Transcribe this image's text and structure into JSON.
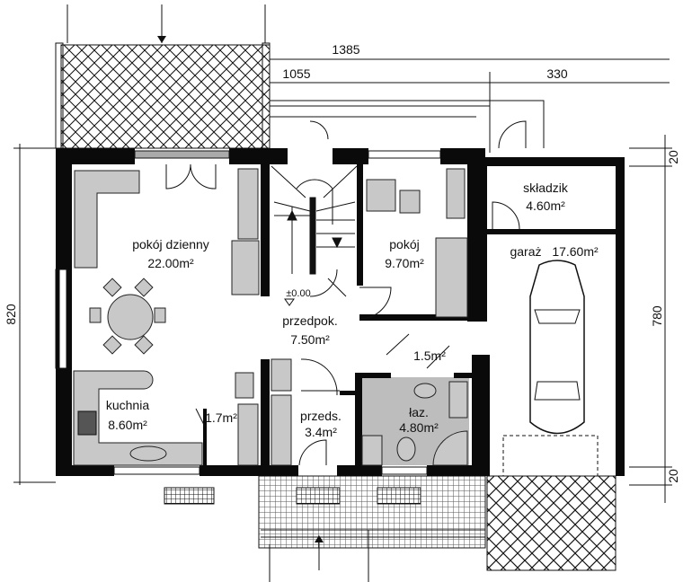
{
  "plan": {
    "dimensions": {
      "total_width": "1385",
      "house_width": "1055",
      "garage_width": "330",
      "house_depth": "820",
      "garage_depth": "780",
      "wall_top": "20",
      "wall_bottom": "20"
    },
    "level_mark": "±0.00",
    "rooms": [
      {
        "name": "pokój dzienny",
        "area": "22.00m²"
      },
      {
        "name": "kuchnia",
        "area": "8.60m²"
      },
      {
        "name": "",
        "area": "1.7m²"
      },
      {
        "name": "przedpok.",
        "area": "7.50m²"
      },
      {
        "name": "pokój",
        "area": "9.70m²"
      },
      {
        "name": "",
        "area": "1.5m²"
      },
      {
        "name": "przeds.",
        "area": "3.4m²"
      },
      {
        "name": "łaz.",
        "area": "4.80m²"
      },
      {
        "name": "składzik",
        "area": "4.60m²"
      },
      {
        "name": "garaż",
        "area": "17.60m²"
      }
    ]
  }
}
